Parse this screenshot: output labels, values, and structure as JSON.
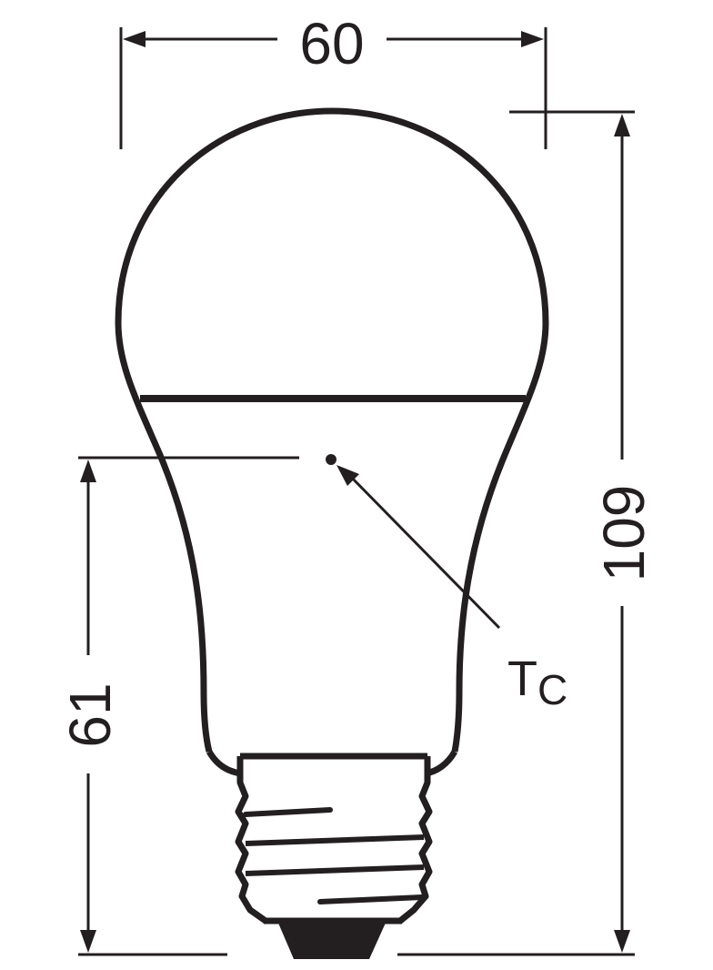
{
  "diagram": {
    "subject": "A-shape LED bulb with E27 screw base, dimensional drawing",
    "colors": {
      "line": "#231f20",
      "background": "#ffffff"
    },
    "dimensions": {
      "diameter": {
        "value": "60",
        "orientation": "horizontal"
      },
      "overall_length": {
        "value": "109",
        "orientation": "vertical"
      },
      "tc_height": {
        "value": "61",
        "orientation": "vertical"
      }
    },
    "tc_point": {
      "label_main": "T",
      "label_sub": "C"
    }
  }
}
